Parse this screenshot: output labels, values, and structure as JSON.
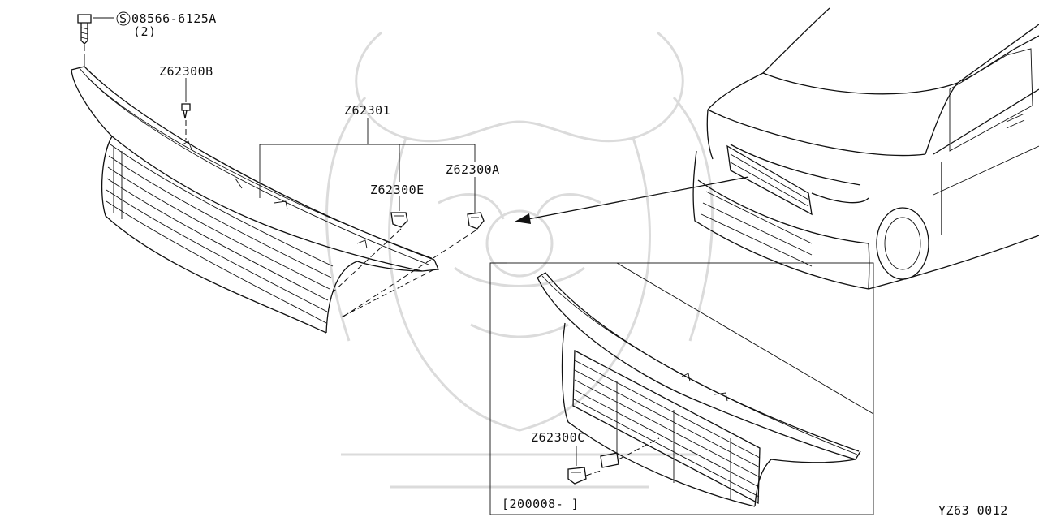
{
  "diagram": {
    "labels": {
      "screw_part": "08566-6125A",
      "screw_qty": "(2)",
      "screw_symbol": "S",
      "clip_b": "Z62300B",
      "grille": "Z62301",
      "clip_e": "Z62300E",
      "clip_a": "Z62300A",
      "clip_c": "Z62300C",
      "date_range": "[200008-      ]",
      "figure_code": "YZ63  0012"
    }
  }
}
